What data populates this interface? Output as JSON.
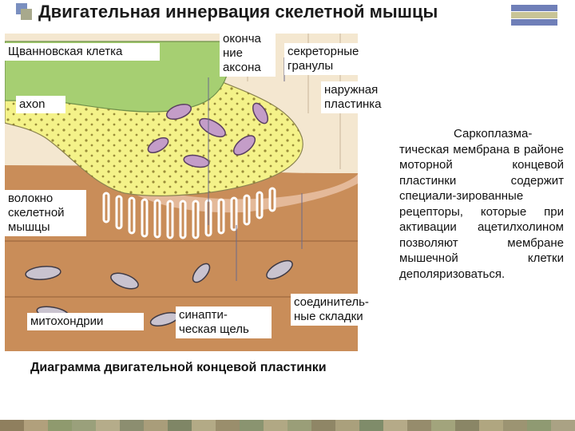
{
  "title": "Двигательная иннервация скелетной мышцы",
  "labels": {
    "schwann_cell": "Щванновская клетка",
    "axon_terminal": "оконча\nние\nаксона",
    "secretory_granules": "секреторные\nгранулы",
    "outer_plate": "наружная\nпластинка",
    "axon": "axon",
    "muscle_fiber": "волокно\nскелетной\nмышцы",
    "mitochondria": "митохондрии",
    "synaptic_cleft": "синапти-\nческая щель",
    "junctional_folds": "соединитель-\nные складки"
  },
  "description": "Саркоплазма-тическая мембрана в районе моторной концевой пластинки содержит специали-зированные рецепторы, которые при активации ацетилхолином позволяют мембране мышечной клетки деполяризоваться.",
  "caption": "Диаграмма двигательной концевой  пластинки",
  "colors": {
    "schwann": "#a6cf72",
    "axon_terminal": "#f4f289",
    "muscle": "#c98d59",
    "connective": "#e4b999",
    "background_tissue": "#f4e7d0"
  },
  "bottom_strip_colors": [
    "#8f7f5e",
    "#b1a07c",
    "#8f9a6e",
    "#9aa07b",
    "#b5ac8a",
    "#8c8e70",
    "#a99d7a",
    "#7f8666",
    "#b3aa86",
    "#9a8e6c",
    "#8a9470",
    "#b1a884",
    "#9a9e78",
    "#8f8666",
    "#aaa07c",
    "#7f8c6a",
    "#b5aa88",
    "#968c6c",
    "#a2a47c",
    "#8a8666",
    "#b0a680",
    "#9c9472",
    "#8f9a72",
    "#aaa284"
  ]
}
